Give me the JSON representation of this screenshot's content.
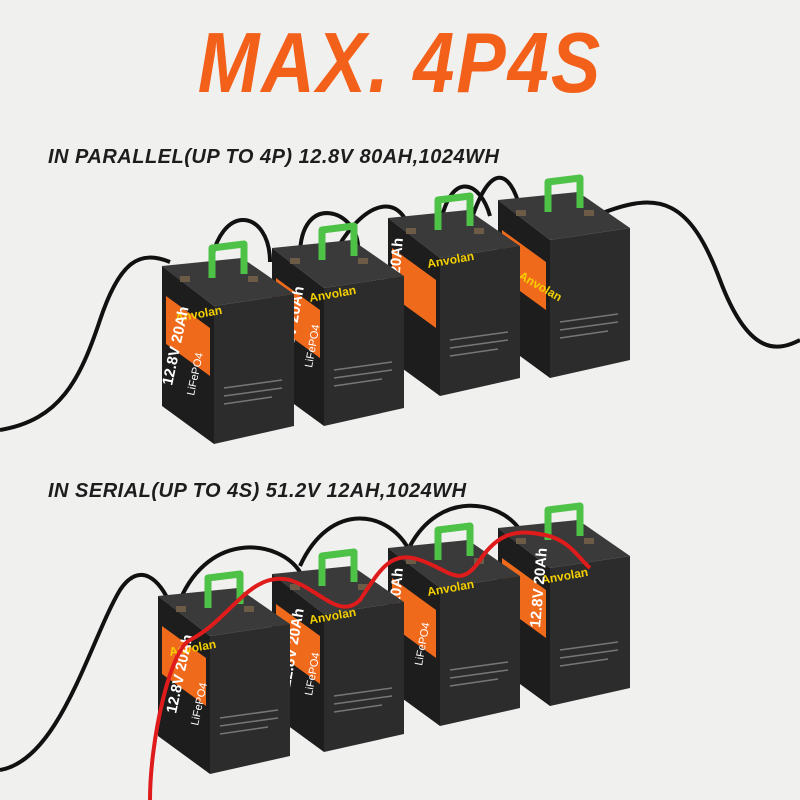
{
  "headline": "MAX. 4P4S",
  "parallel": {
    "caption": "IN PARALLEL(UP TO 4P) 12.8V 80AH,1024WH"
  },
  "serial": {
    "caption": "IN SERIAL(UP TO 4S) 51.2V 12AH,1024WH"
  },
  "battery": {
    "brand": "Anvolan",
    "rating": "12.8V 20Ah",
    "chemistry": "LiFePO4"
  },
  "colors": {
    "headline": "#f3601a",
    "battery_body": "#2a2a2a",
    "battery_side": "#1b1b1b",
    "handle": "#4dc247",
    "label_orange": "#f06a1c",
    "cable_black": "#111111",
    "cable_red": "#e01b1b",
    "background": "#f0f0ef"
  }
}
